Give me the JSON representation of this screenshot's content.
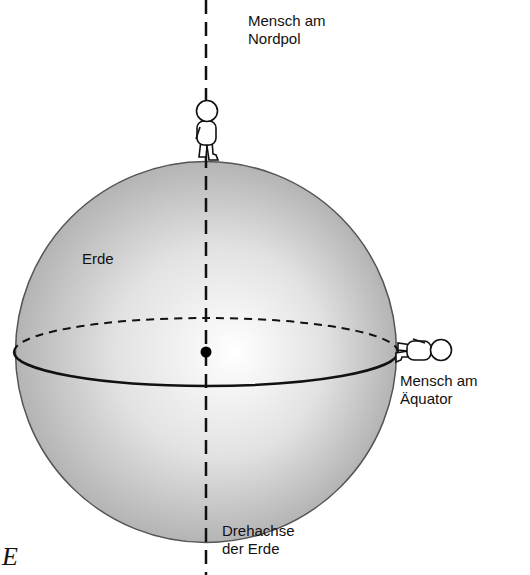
{
  "diagram": {
    "nodes": [
      {
        "text": [
          "Erde"
        ]
      }
    ],
    "labels": [
      "Mensch am Nordpol",
      "Mensch am Äquator",
      "Drehachse der Erde",
      "E"
    ]
  }
}
